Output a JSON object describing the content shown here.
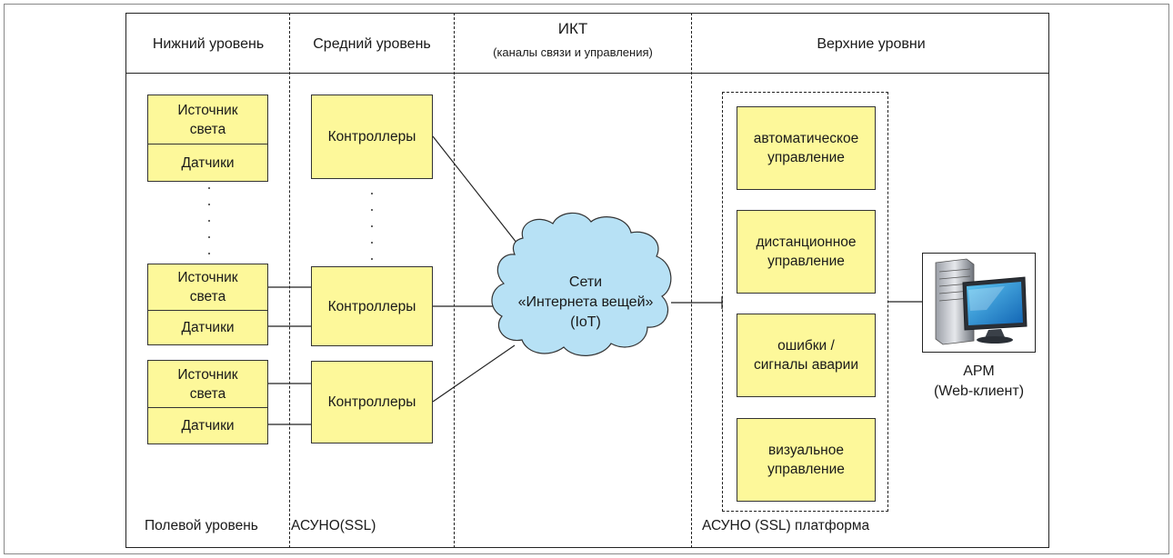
{
  "headers": {
    "lower": "Нижний уровень",
    "middle": "Средний уровень",
    "ict_title": "ИКТ",
    "ict_sub": "(каналы связи и управления)",
    "upper": "Верхние уровни"
  },
  "footers": {
    "field": "Полевой уровень",
    "asuno": "АСУНО(SSL)",
    "platform": "АСУНО (SSL) платформа"
  },
  "lower_units": [
    {
      "source_l1": "Источник",
      "source_l2": "света",
      "sensors": "Датчики"
    },
    {
      "source_l1": "Источник",
      "source_l2": "света",
      "sensors": "Датчики"
    },
    {
      "source_l1": "Источник",
      "source_l2": "света",
      "sensors": "Датчики"
    }
  ],
  "controllers": [
    "Контроллеры",
    "Контроллеры",
    "Контроллеры"
  ],
  "cloud": {
    "line1": "Сети",
    "line2": "«Интернета вещей»",
    "line3": "(IoT)",
    "color": "#b7e1f5"
  },
  "platform_functions": [
    {
      "l1": "автоматическое",
      "l2": "управление"
    },
    {
      "l1": "дистанционное",
      "l2": "управление"
    },
    {
      "l1": "ошибки /",
      "l2": "сигналы аварии"
    },
    {
      "l1": "визуальное",
      "l2": "управление"
    }
  ],
  "workstation": {
    "l1": "АРМ",
    "l2": "(Web-клиент)",
    "icon": "computer-icon"
  },
  "colors": {
    "box_fill": "#fdf89a",
    "line": "#222222"
  }
}
